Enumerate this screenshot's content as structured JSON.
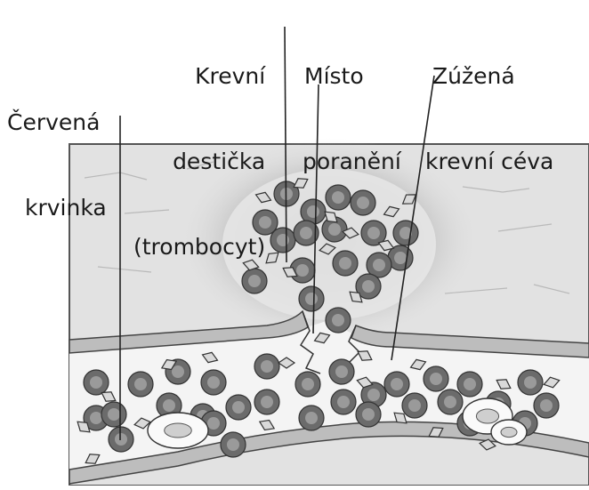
{
  "labels": {
    "red_cell": {
      "line1": "Červená",
      "line2": "krvinka"
    },
    "platelet": {
      "line1": "Krevní",
      "line2": "destička",
      "line3": "(trombocyt)"
    },
    "injury": {
      "line1": "Místo",
      "line2": "poranění"
    },
    "vessel": {
      "line1": "Zúžená",
      "line2": "krevní céva"
    }
  },
  "colors": {
    "tissue": "#e2e2e2",
    "vessel_wall": "#bdbdbd",
    "blood": "#f2f2f2",
    "cell_outer": "#6b6b6b",
    "cell_inner": "#9a9a9a",
    "platelet_fill": "#d9d9d9",
    "line": "#222222"
  }
}
